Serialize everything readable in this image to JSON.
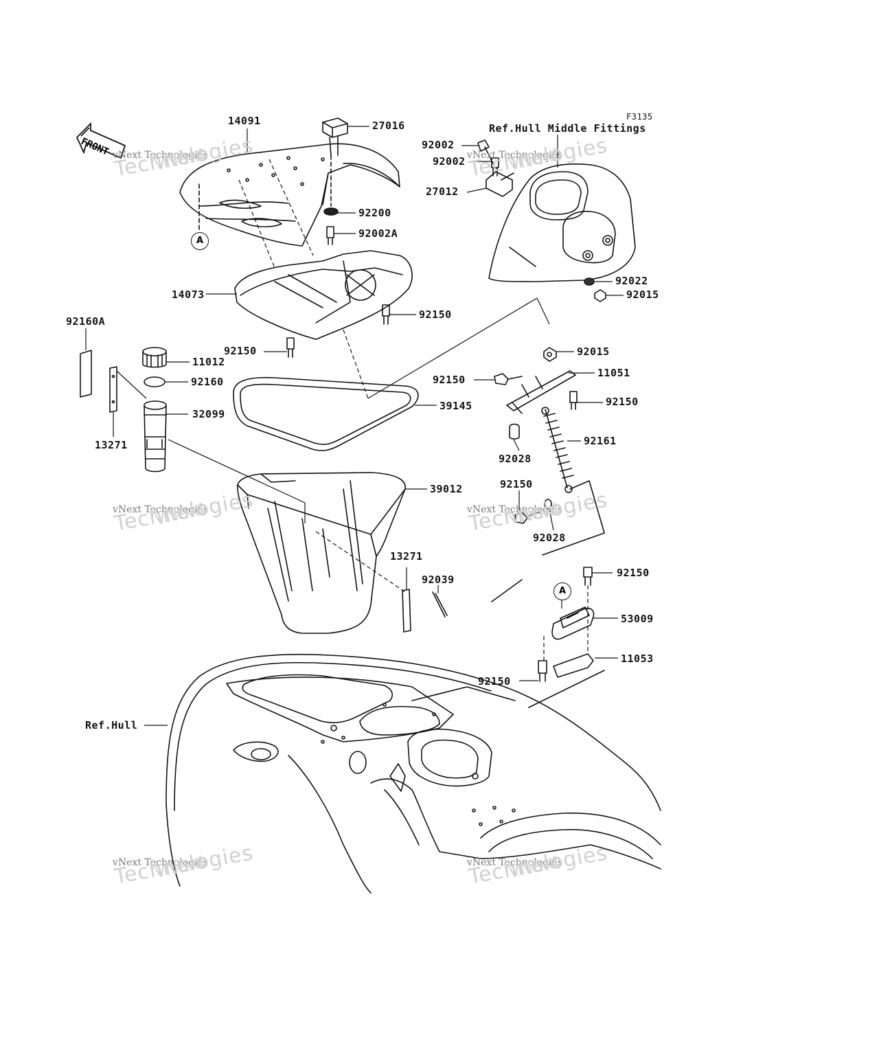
{
  "figure_code": "F3135",
  "ref_labels": {
    "hull_middle": "Ref.Hull Middle Fittings",
    "hull": "Ref.Hull"
  },
  "front_arrow": "FRONT",
  "callout_letter": "A",
  "watermark": {
    "line1": "vNext Technologies",
    "line2": "Technologies",
    "line0": "vNext"
  },
  "parts": [
    "14091",
    "27016",
    "92200",
    "92002A",
    "14073",
    "92150",
    "92150",
    "92160A",
    "11012",
    "92160",
    "32099",
    "13271",
    "39145",
    "39012",
    "13271",
    "92039",
    "92002",
    "92002",
    "27012",
    "92022",
    "92015",
    "92015",
    "11051",
    "92150",
    "92150",
    "92028",
    "92161",
    "92150",
    "92028",
    "92150",
    "53009",
    "11053",
    "92150"
  ]
}
